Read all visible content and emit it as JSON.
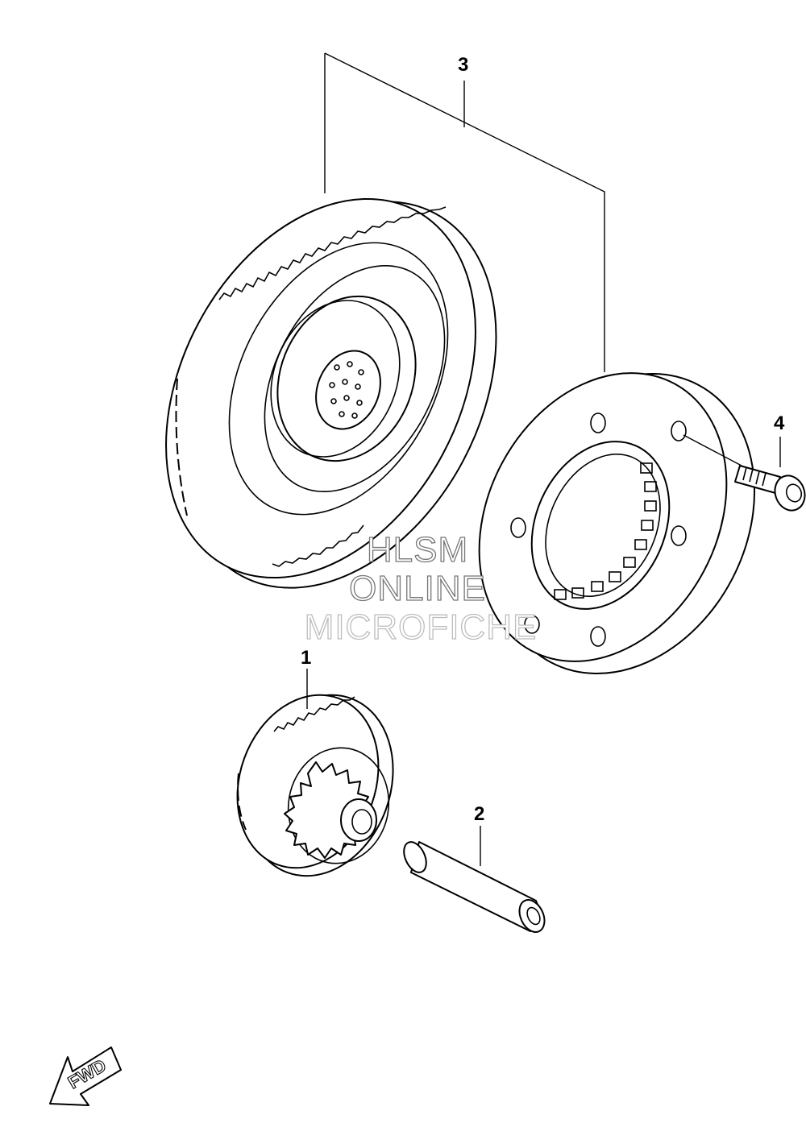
{
  "callouts": {
    "part_1": "1",
    "part_2": "2",
    "part_3": "3",
    "part_4": "4"
  },
  "watermark": {
    "line1": "HLSM",
    "line2": "ONLINE",
    "line3": "MICROFICHE"
  },
  "direction": {
    "label": "FWD",
    "icon": "arrow-left-down"
  },
  "colors": {
    "line": "#000000",
    "background": "#ffffff",
    "watermark_outline": "#777777"
  }
}
